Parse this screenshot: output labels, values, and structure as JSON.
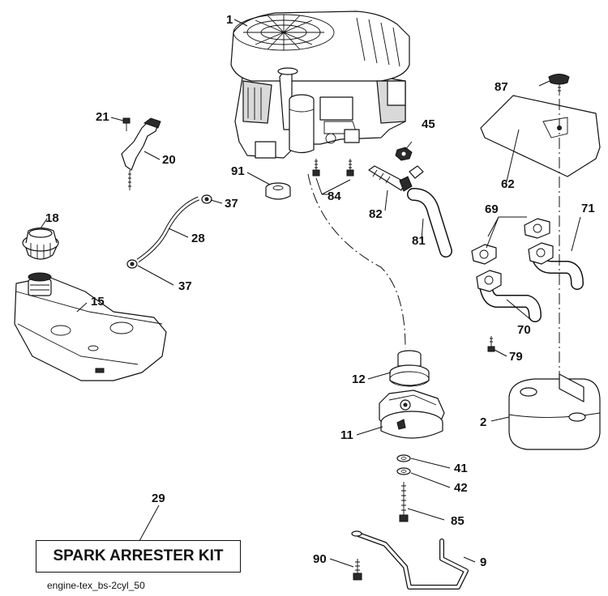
{
  "diagram": {
    "kit_label": "SPARK ARRESTER KIT",
    "caption": "engine-tex_bs-2cyl_50",
    "parts": [
      {
        "id": "1",
        "name": "engine"
      },
      {
        "id": "2",
        "name": "muffler"
      },
      {
        "id": "9",
        "name": "bracket rod"
      },
      {
        "id": "11",
        "name": "clutch"
      },
      {
        "id": "12",
        "name": "pulley"
      },
      {
        "id": "15",
        "name": "fuel tank"
      },
      {
        "id": "18",
        "name": "fuel cap"
      },
      {
        "id": "20",
        "name": "throttle control"
      },
      {
        "id": "21",
        "name": "screw"
      },
      {
        "id": "28",
        "name": "fuel hose"
      },
      {
        "id": "29",
        "name": "spark arrester kit"
      },
      {
        "id": "37",
        "name": "hose clamp"
      },
      {
        "id": "41",
        "name": "washer"
      },
      {
        "id": "42",
        "name": "washer"
      },
      {
        "id": "45",
        "name": "nut"
      },
      {
        "id": "62",
        "name": "heat shield"
      },
      {
        "id": "69",
        "name": "gasket"
      },
      {
        "id": "70",
        "name": "exhaust pipe"
      },
      {
        "id": "71",
        "name": "exhaust pipe"
      },
      {
        "id": "79",
        "name": "screw"
      },
      {
        "id": "81",
        "name": "oil drain hose"
      },
      {
        "id": "82",
        "name": "drain valve"
      },
      {
        "id": "84",
        "name": "bolt"
      },
      {
        "id": "85",
        "name": "bolt"
      },
      {
        "id": "87",
        "name": "knob"
      },
      {
        "id": "90",
        "name": "bolt"
      },
      {
        "id": "91",
        "name": "spacer"
      }
    ]
  }
}
